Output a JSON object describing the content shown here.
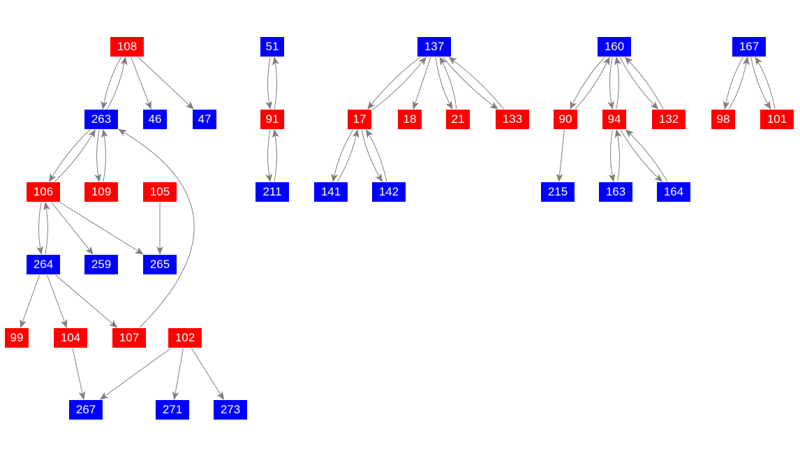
{
  "colors": {
    "red": "#ff0000",
    "blue": "#0000ff",
    "edge": "#808080"
  },
  "nodes": [
    {
      "id": "108",
      "color": "red"
    },
    {
      "id": "263",
      "color": "blue"
    },
    {
      "id": "46",
      "color": "blue"
    },
    {
      "id": "47",
      "color": "blue"
    },
    {
      "id": "106",
      "color": "red"
    },
    {
      "id": "109",
      "color": "red"
    },
    {
      "id": "105",
      "color": "red"
    },
    {
      "id": "264",
      "color": "blue"
    },
    {
      "id": "259",
      "color": "blue"
    },
    {
      "id": "265",
      "color": "blue"
    },
    {
      "id": "99",
      "color": "red"
    },
    {
      "id": "104",
      "color": "red"
    },
    {
      "id": "107",
      "color": "red"
    },
    {
      "id": "102",
      "color": "red"
    },
    {
      "id": "267",
      "color": "blue"
    },
    {
      "id": "271",
      "color": "blue"
    },
    {
      "id": "273",
      "color": "blue"
    },
    {
      "id": "51",
      "color": "blue"
    },
    {
      "id": "91",
      "color": "red"
    },
    {
      "id": "211",
      "color": "blue"
    },
    {
      "id": "137",
      "color": "blue"
    },
    {
      "id": "17",
      "color": "red"
    },
    {
      "id": "18",
      "color": "red"
    },
    {
      "id": "21",
      "color": "red"
    },
    {
      "id": "133",
      "color": "red"
    },
    {
      "id": "141",
      "color": "blue"
    },
    {
      "id": "142",
      "color": "blue"
    },
    {
      "id": "160",
      "color": "blue"
    },
    {
      "id": "90",
      "color": "red"
    },
    {
      "id": "94",
      "color": "red"
    },
    {
      "id": "132",
      "color": "red"
    },
    {
      "id": "215",
      "color": "blue"
    },
    {
      "id": "163",
      "color": "blue"
    },
    {
      "id": "164",
      "color": "blue"
    },
    {
      "id": "167",
      "color": "blue"
    },
    {
      "id": "98",
      "color": "red"
    },
    {
      "id": "101",
      "color": "red"
    }
  ],
  "edges": [
    [
      "108",
      "263"
    ],
    [
      "263",
      "108"
    ],
    [
      "108",
      "46"
    ],
    [
      "108",
      "47"
    ],
    [
      "263",
      "106"
    ],
    [
      "106",
      "263"
    ],
    [
      "263",
      "109"
    ],
    [
      "109",
      "263"
    ],
    [
      "106",
      "264"
    ],
    [
      "264",
      "106"
    ],
    [
      "106",
      "259"
    ],
    [
      "106",
      "265"
    ],
    [
      "105",
      "265"
    ],
    [
      "264",
      "99"
    ],
    [
      "264",
      "104"
    ],
    [
      "264",
      "107"
    ],
    [
      "107",
      "263"
    ],
    [
      "104",
      "267"
    ],
    [
      "102",
      "267"
    ],
    [
      "102",
      "271"
    ],
    [
      "102",
      "273"
    ],
    [
      "51",
      "91"
    ],
    [
      "91",
      "51"
    ],
    [
      "91",
      "211"
    ],
    [
      "211",
      "91"
    ],
    [
      "137",
      "17"
    ],
    [
      "17",
      "137"
    ],
    [
      "137",
      "18"
    ],
    [
      "137",
      "21"
    ],
    [
      "21",
      "137"
    ],
    [
      "137",
      "133"
    ],
    [
      "133",
      "137"
    ],
    [
      "17",
      "141"
    ],
    [
      "141",
      "17"
    ],
    [
      "17",
      "142"
    ],
    [
      "142",
      "17"
    ],
    [
      "160",
      "90"
    ],
    [
      "90",
      "160"
    ],
    [
      "160",
      "94"
    ],
    [
      "94",
      "160"
    ],
    [
      "160",
      "132"
    ],
    [
      "132",
      "160"
    ],
    [
      "90",
      "215"
    ],
    [
      "94",
      "163"
    ],
    [
      "163",
      "94"
    ],
    [
      "94",
      "164"
    ],
    [
      "164",
      "94"
    ],
    [
      "167",
      "98"
    ],
    [
      "98",
      "167"
    ],
    [
      "167",
      "101"
    ],
    [
      "101",
      "167"
    ]
  ]
}
